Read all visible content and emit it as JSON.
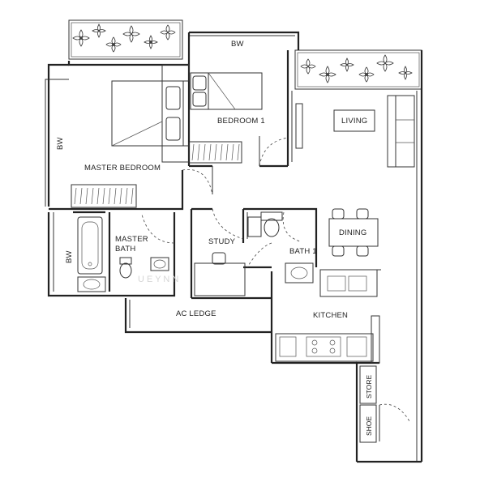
{
  "labels": {
    "bw_top": "BW",
    "bw_left_bedroom": "BW",
    "bw_left_bath": "BW",
    "master_bedroom": "MASTER BEDROOM",
    "bedroom_1": "BEDROOM 1",
    "living": "LIVING",
    "master_bath_line1": "MASTER",
    "master_bath_line2": "BATH",
    "study": "STUDY",
    "bath_1": "BATH 1",
    "dining": "DINING",
    "ac_ledge": "AC LEDGE",
    "kitchen": "KITCHEN",
    "store": "STORE",
    "shoe": "SHOE"
  },
  "watermark": "U  E  Y  N  N"
}
